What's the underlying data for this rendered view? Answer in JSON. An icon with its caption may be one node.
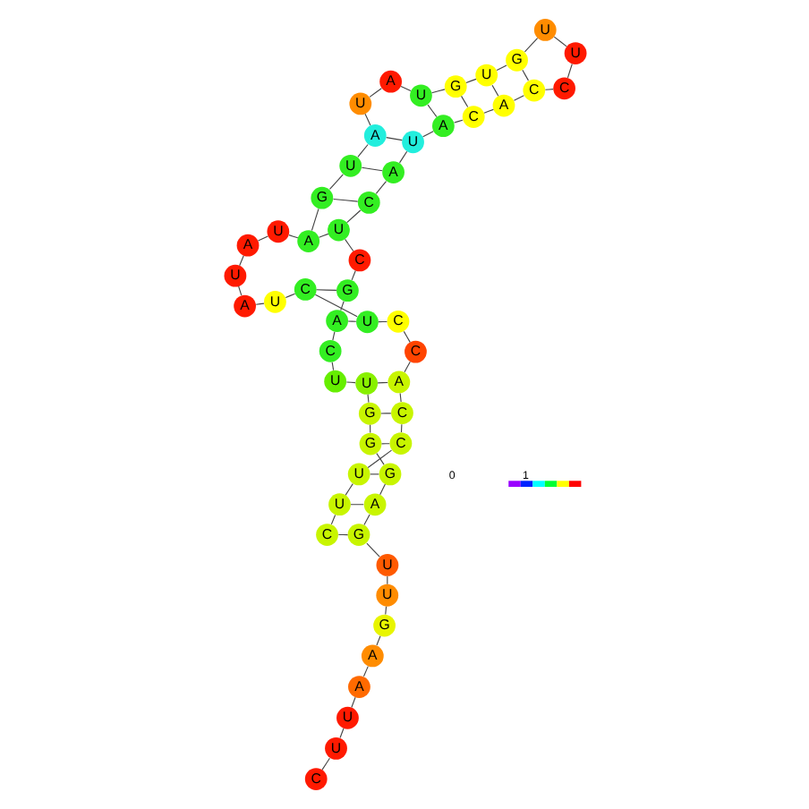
{
  "diagram": {
    "nodes": [
      {
        "text": [
          "C"
        ]
      },
      {
        "text": [
          "U"
        ]
      },
      {
        "text": [
          "U"
        ]
      },
      {
        "text": [
          "A"
        ]
      },
      {
        "text": [
          "A"
        ]
      },
      {
        "text": [
          "G"
        ]
      },
      {
        "text": [
          "U"
        ]
      },
      {
        "text": [
          "U"
        ]
      },
      {
        "text": [
          "G"
        ]
      },
      {
        "text": [
          "A"
        ]
      },
      {
        "text": [
          "G"
        ]
      },
      {
        "text": [
          "G"
        ]
      },
      {
        "text": [
          "G"
        ]
      },
      {
        "text": [
          "U"
        ]
      },
      {
        "text": [
          "U"
        ]
      },
      {
        "text": [
          "C"
        ]
      },
      {
        "text": [
          "A"
        ]
      },
      {
        "text": [
          "G"
        ]
      },
      {
        "text": [
          "C"
        ]
      },
      {
        "text": [
          "U"
        ]
      },
      {
        "text": [
          "C"
        ]
      },
      {
        "text": [
          "A"
        ]
      },
      {
        "text": [
          "U"
        ]
      },
      {
        "text": [
          "A"
        ]
      },
      {
        "text": [
          "C"
        ]
      },
      {
        "text": [
          "A"
        ]
      },
      {
        "text": [
          "C"
        ]
      },
      {
        "text": [
          "C"
        ]
      },
      {
        "text": [
          "U"
        ]
      },
      {
        "text": [
          "U"
        ]
      },
      {
        "text": [
          "G"
        ]
      },
      {
        "text": [
          "U"
        ]
      },
      {
        "text": [
          "G"
        ]
      },
      {
        "text": [
          "U"
        ]
      },
      {
        "text": [
          "A"
        ]
      },
      {
        "text": [
          "U"
        ]
      },
      {
        "text": [
          "A"
        ]
      },
      {
        "text": [
          "U"
        ]
      },
      {
        "text": [
          "G"
        ]
      },
      {
        "text": [
          "A"
        ]
      },
      {
        "text": [
          "U"
        ]
      },
      {
        "text": [
          "A"
        ]
      },
      {
        "text": [
          "U"
        ]
      },
      {
        "text": [
          "A"
        ]
      },
      {
        "text": [
          "U"
        ]
      },
      {
        "text": [
          "C"
        ]
      },
      {
        "text": [
          "U"
        ]
      },
      {
        "text": [
          "C"
        ]
      },
      {
        "text": [
          "C"
        ]
      },
      {
        "text": [
          "A"
        ]
      },
      {
        "text": [
          "C"
        ]
      },
      {
        "text": [
          "C"
        ]
      },
      {
        "text": [
          "U"
        ]
      },
      {
        "text": [
          "U"
        ]
      },
      {
        "text": [
          "C"
        ]
      }
    ],
    "edges": [
      {
        "from": 0,
        "to": 1,
        "arrow": "none"
      },
      {
        "from": 1,
        "to": 2,
        "arrow": "none"
      },
      {
        "from": 2,
        "to": 3,
        "arrow": "none"
      },
      {
        "from": 3,
        "to": 4,
        "arrow": "none"
      },
      {
        "from": 4,
        "to": 5,
        "arrow": "none"
      },
      {
        "from": 5,
        "to": 6,
        "arrow": "none"
      },
      {
        "from": 6,
        "to": 7,
        "arrow": "none"
      },
      {
        "from": 7,
        "to": 8,
        "arrow": "none"
      },
      {
        "from": 8,
        "to": 9,
        "arrow": "none"
      },
      {
        "from": 9,
        "to": 10,
        "arrow": "none"
      },
      {
        "from": 10,
        "to": 11,
        "arrow": "none"
      },
      {
        "from": 11,
        "to": 12,
        "arrow": "none"
      },
      {
        "from": 12,
        "to": 13,
        "arrow": "none"
      },
      {
        "from": 13,
        "to": 14,
        "arrow": "none"
      },
      {
        "from": 14,
        "to": 15,
        "arrow": "none"
      },
      {
        "from": 15,
        "to": 16,
        "arrow": "none"
      },
      {
        "from": 16,
        "to": 17,
        "arrow": "none"
      },
      {
        "from": 17,
        "to": 18,
        "arrow": "none"
      },
      {
        "from": 18,
        "to": 19,
        "arrow": "none"
      },
      {
        "from": 19,
        "to": 20,
        "arrow": "none"
      },
      {
        "from": 20,
        "to": 21,
        "arrow": "none"
      },
      {
        "from": 21,
        "to": 22,
        "arrow": "none"
      },
      {
        "from": 22,
        "to": 23,
        "arrow": "none"
      },
      {
        "from": 23,
        "to": 24,
        "arrow": "none"
      },
      {
        "from": 24,
        "to": 25,
        "arrow": "none"
      },
      {
        "from": 25,
        "to": 26,
        "arrow": "none"
      },
      {
        "from": 26,
        "to": 27,
        "arrow": "none"
      },
      {
        "from": 27,
        "to": 28,
        "arrow": "none"
      },
      {
        "from": 28,
        "to": 29,
        "arrow": "none"
      },
      {
        "from": 29,
        "to": 30,
        "arrow": "none"
      },
      {
        "from": 30,
        "to": 31,
        "arrow": "none"
      },
      {
        "from": 31,
        "to": 32,
        "arrow": "none"
      },
      {
        "from": 32,
        "to": 33,
        "arrow": "none"
      },
      {
        "from": 33,
        "to": 34,
        "arrow": "none"
      },
      {
        "from": 34,
        "to": 35,
        "arrow": "none"
      },
      {
        "from": 35,
        "to": 36,
        "arrow": "none"
      },
      {
        "from": 36,
        "to": 37,
        "arrow": "none"
      },
      {
        "from": 37,
        "to": 38,
        "arrow": "none"
      },
      {
        "from": 38,
        "to": 39,
        "arrow": "none"
      },
      {
        "from": 39,
        "to": 40,
        "arrow": "none"
      },
      {
        "from": 40,
        "to": 41,
        "arrow": "none"
      },
      {
        "from": 41,
        "to": 42,
        "arrow": "none"
      },
      {
        "from": 42,
        "to": 43,
        "arrow": "none"
      },
      {
        "from": 43,
        "to": 44,
        "arrow": "none"
      },
      {
        "from": 44,
        "to": 45,
        "arrow": "none"
      },
      {
        "from": 45,
        "to": 46,
        "arrow": "none"
      },
      {
        "from": 46,
        "to": 47,
        "arrow": "none"
      },
      {
        "from": 47,
        "to": 48,
        "arrow": "none"
      },
      {
        "from": 48,
        "to": 49,
        "arrow": "none"
      },
      {
        "from": 49,
        "to": 50,
        "arrow": "none"
      },
      {
        "from": 50,
        "to": 51,
        "arrow": "none"
      },
      {
        "from": 51,
        "to": 52,
        "arrow": "none"
      },
      {
        "from": 52,
        "to": 53,
        "arrow": "none"
      },
      {
        "from": 53,
        "to": 54,
        "arrow": "none"
      },
      {
        "from": 54,
        "to": 8,
        "arrow": "none"
      },
      {
        "from": 53,
        "to": 9,
        "arrow": "none"
      },
      {
        "from": 52,
        "to": 10,
        "arrow": "none"
      },
      {
        "from": 51,
        "to": 11,
        "arrow": "none"
      },
      {
        "from": 50,
        "to": 12,
        "arrow": "none"
      },
      {
        "from": 49,
        "to": 13,
        "arrow": "none"
      },
      {
        "from": 46,
        "to": 16,
        "arrow": "none"
      },
      {
        "from": 45,
        "to": 17,
        "arrow": "none"
      },
      {
        "from": 39,
        "to": 19,
        "arrow": "none"
      },
      {
        "from": 38,
        "to": 20,
        "arrow": "none"
      },
      {
        "from": 37,
        "to": 21,
        "arrow": "none"
      },
      {
        "from": 36,
        "to": 22,
        "arrow": "none"
      },
      {
        "from": 33,
        "to": 23,
        "arrow": "none"
      },
      {
        "from": 32,
        "to": 24,
        "arrow": "none"
      },
      {
        "from": 31,
        "to": 25,
        "arrow": "none"
      },
      {
        "from": 30,
        "to": 26,
        "arrow": "none"
      }
    ],
    "labels": [
      "0",
      "1"
    ]
  }
}
